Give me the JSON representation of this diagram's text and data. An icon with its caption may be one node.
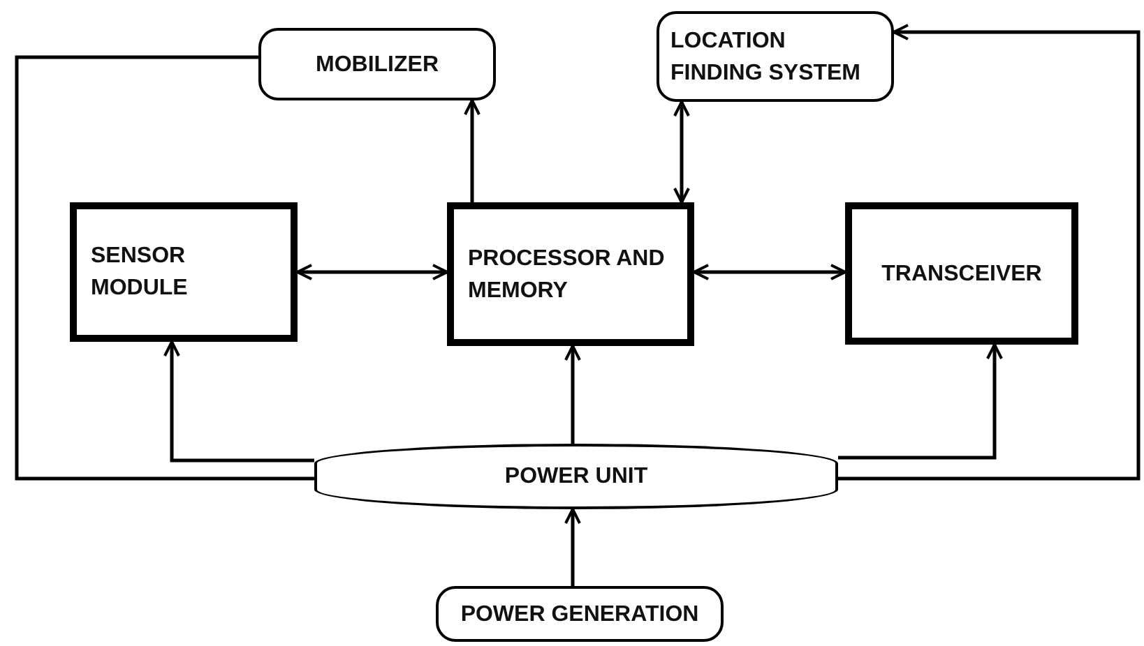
{
  "diagram": {
    "nodes": [
      {
        "text": [
          "MOBILIZER"
        ]
      },
      {
        "text": [
          "LOCATION FINDING SYSTEM"
        ]
      },
      {
        "text": [
          "SENSOR MODULE"
        ]
      },
      {
        "text": [
          "PROCESSOR AND MEMORY"
        ]
      },
      {
        "text": [
          "TRANSCEIVER"
        ]
      },
      {
        "text": [
          "POWER UNIT"
        ]
      },
      {
        "text": [
          "POWER GENERATION"
        ]
      }
    ],
    "edges": [
      {
        "from": 3,
        "to": 0,
        "arrow": "to"
      },
      {
        "from": 3,
        "to": 1,
        "arrow": "both"
      },
      {
        "from": 2,
        "to": 3,
        "arrow": "both"
      },
      {
        "from": 3,
        "to": 4,
        "arrow": "both"
      },
      {
        "from": 5,
        "to": 2,
        "arrow": "to"
      },
      {
        "from": 5,
        "to": 3,
        "arrow": "to"
      },
      {
        "from": 5,
        "to": 4,
        "arrow": "to"
      },
      {
        "from": 6,
        "to": 5,
        "arrow": "to"
      },
      {
        "from": 5,
        "to": 0,
        "arrow": "none"
      },
      {
        "from": 5,
        "to": 1,
        "arrow": "to"
      }
    ]
  }
}
